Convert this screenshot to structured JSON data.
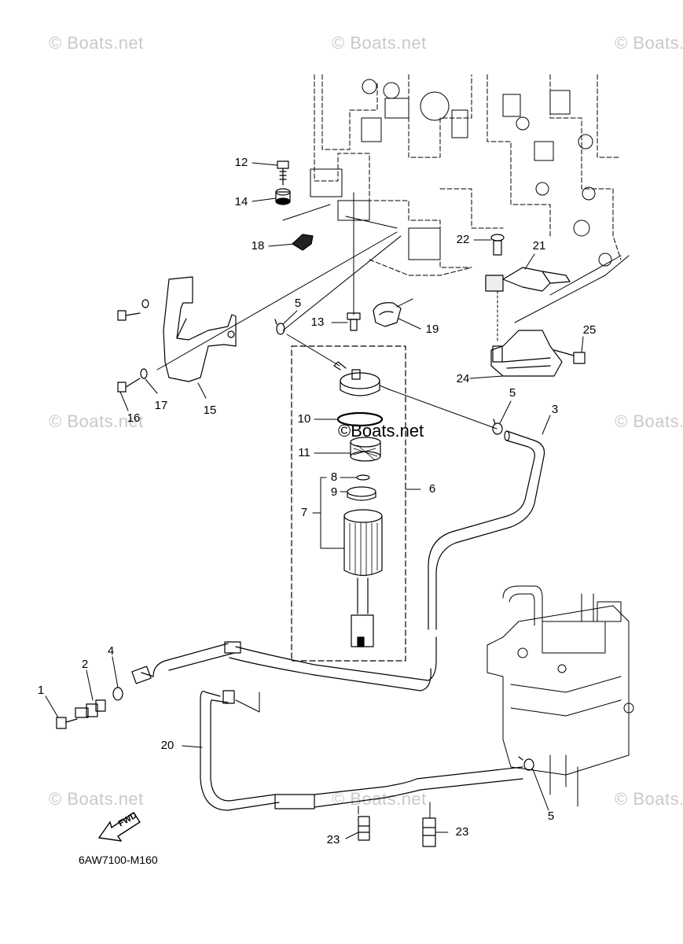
{
  "watermark": "© Boats.net",
  "center_watermark": "©Boats.net",
  "fwd_label": "FWD",
  "diagram_code": "6AW7100-M160",
  "callouts": {
    "c1": "1",
    "c2": "2",
    "c3": "3",
    "c4": "4",
    "c5a": "5",
    "c5b": "5",
    "c5c": "5",
    "c6": "6",
    "c7": "7",
    "c8": "8",
    "c9": "9",
    "c10": "10",
    "c11": "11",
    "c12": "12",
    "c13": "13",
    "c14": "14",
    "c15": "15",
    "c16": "16",
    "c17": "17",
    "c18": "18",
    "c19": "19",
    "c20": "20",
    "c21": "21",
    "c22": "22",
    "c23a": "23",
    "c23b": "23",
    "c24": "24",
    "c25": "25"
  },
  "colors": {
    "line": "#000000",
    "watermark": "#c9c9c9",
    "background": "#ffffff"
  }
}
